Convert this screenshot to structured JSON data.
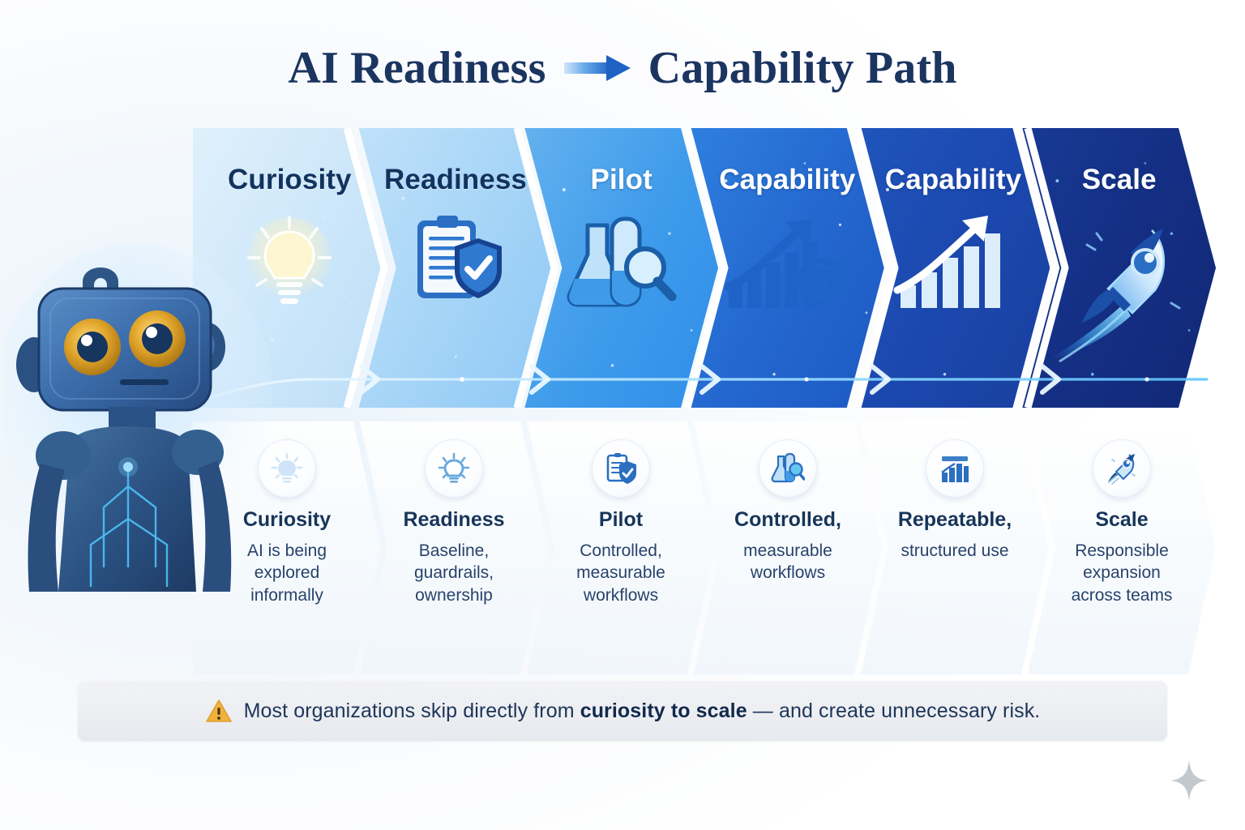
{
  "title": {
    "left": "AI Readiness",
    "right": "Capability Path",
    "arrow_icon": "right-arrow-gradient-icon"
  },
  "stages": [
    {
      "label": "Curiosity",
      "art_icon": "glowing-lightbulb-icon",
      "tone": "light"
    },
    {
      "label": "Readiness",
      "art_icon": "clipboard-shield-check-icon",
      "tone": "light"
    },
    {
      "label": "Pilot",
      "art_icon": "lab-flasks-magnifier-icon",
      "tone": "dark"
    },
    {
      "label": "Capability",
      "art_icon": "growth-arrow-barchart-target-icon",
      "tone": "dark"
    },
    {
      "label": "Capability",
      "art_icon": "growth-arrow-barchart-icon",
      "tone": "dark"
    },
    {
      "label": "Scale",
      "art_icon": "rocket-launch-icon",
      "tone": "dark"
    }
  ],
  "cards": [
    {
      "icon": "lightbulb-rays-icon",
      "title": "Curiosity",
      "desc": "AI is being explored informally"
    },
    {
      "icon": "lightbulb-icon",
      "title": "Readiness",
      "desc": "Baseline, guardrails, ownership"
    },
    {
      "icon": "clipboard-shield-icon",
      "title": "Pilot",
      "desc": "Controlled, measurable workflows"
    },
    {
      "icon": "flask-magnifier-icon",
      "title": "Controlled,",
      "desc": "measurable workflows"
    },
    {
      "icon": "bar-chart-icon",
      "title": "Repeatable,",
      "desc": "structured use"
    },
    {
      "icon": "rocket-icon",
      "title": "Scale",
      "desc": "Responsible expansion across teams"
    }
  ],
  "footer": {
    "warning_icon": "warning-triangle-icon",
    "text_before": "Most organizations skip directly from ",
    "text_bold": "curiosity to scale",
    "text_after": " — and create unnecessary risk."
  },
  "decor": {
    "mascot_icon": "robot-mascot-icon",
    "sparkle_icon": "four-point-sparkle-icon"
  },
  "colors": {
    "title_navy": "#1b3560",
    "stage_light_text": "#12335f",
    "stage_dark_text": "#ffffff",
    "card_title": "#173559",
    "card_desc": "#27436b",
    "warning_amber": "#f0b23c",
    "footer_bg": "#eceef2",
    "robot_blue": "#2b63a8",
    "robot_eye_gold": "#e0a52a"
  }
}
